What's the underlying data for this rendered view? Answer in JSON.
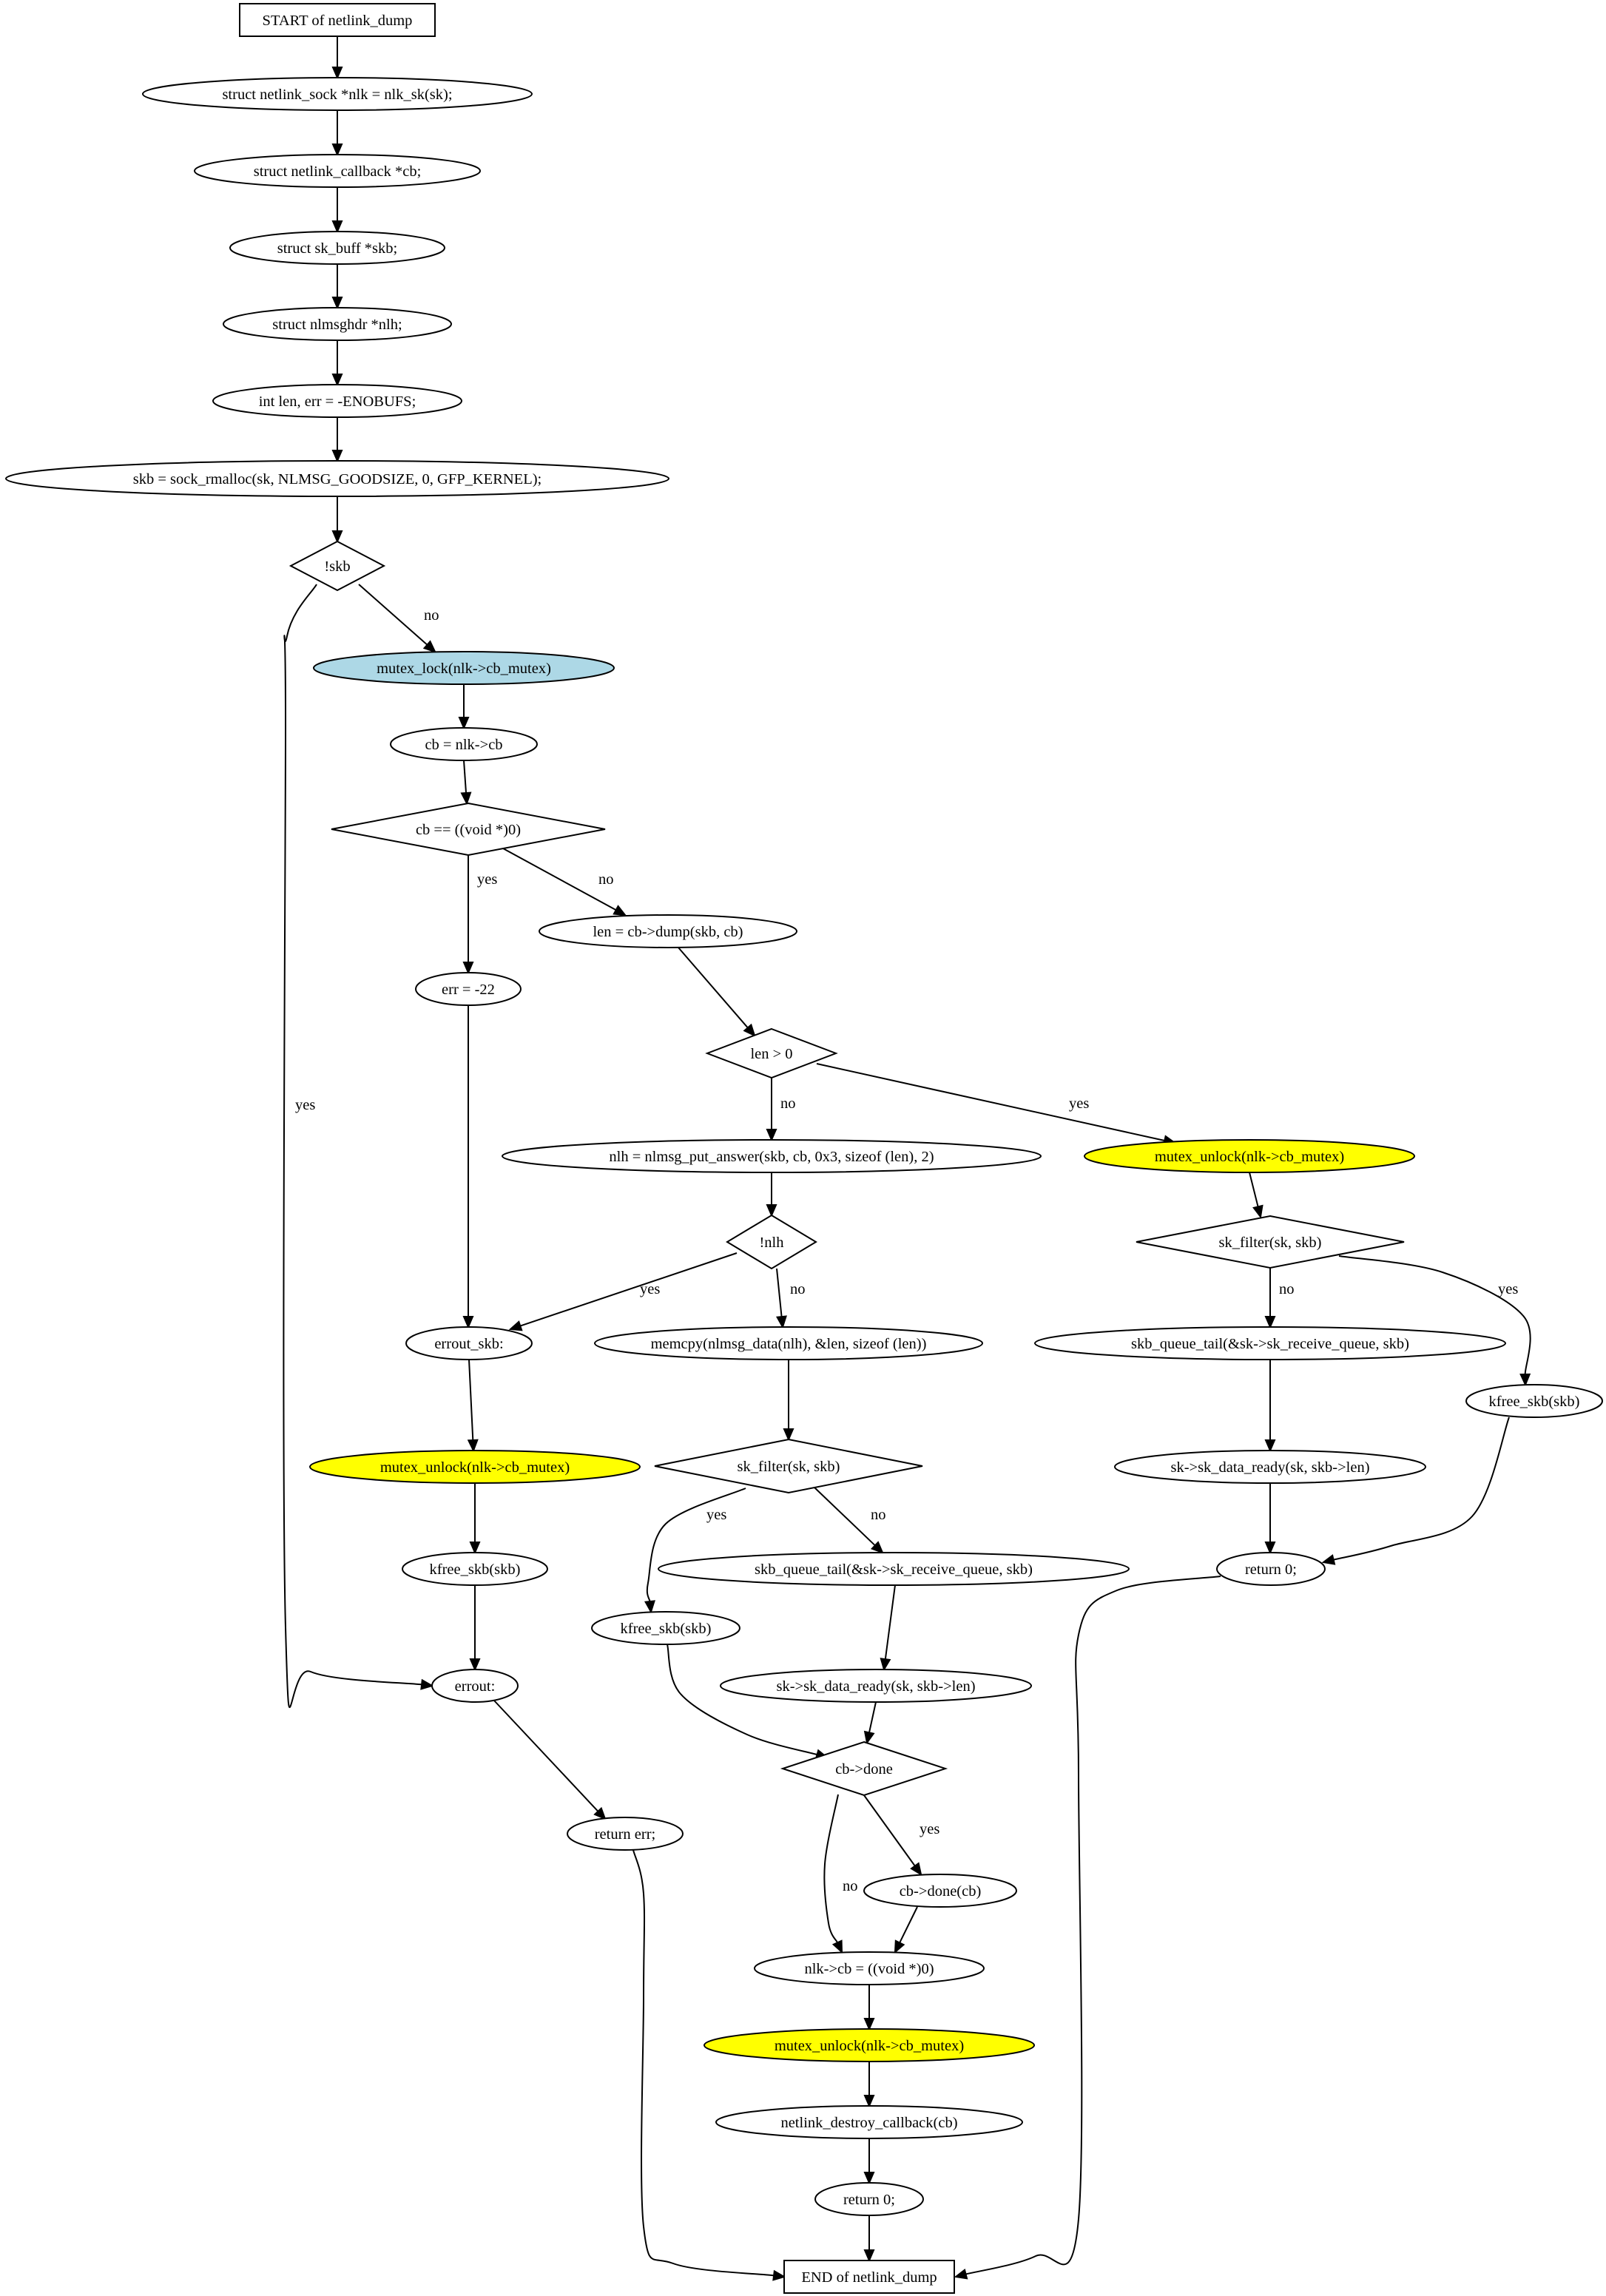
{
  "colors": {
    "default_fill": "#ffffff",
    "stroke": "#000000",
    "lock_fill": "#add8e6",
    "unlock_fill": "#ffff00"
  },
  "nodes": [
    {
      "id": "start",
      "shape": "box",
      "label": "START of netlink_dump"
    },
    {
      "id": "n_nlk",
      "shape": "ellipse",
      "label": "struct netlink_sock *nlk = nlk_sk(sk);"
    },
    {
      "id": "n_cbdecl",
      "shape": "ellipse",
      "label": "struct netlink_callback *cb;"
    },
    {
      "id": "n_skbdecl",
      "shape": "ellipse",
      "label": "struct sk_buff *skb;"
    },
    {
      "id": "n_nlhdecl",
      "shape": "ellipse",
      "label": "struct nlmsghdr *nlh;"
    },
    {
      "id": "n_len",
      "shape": "ellipse",
      "label": "int len, err = -ENOBUFS;"
    },
    {
      "id": "n_alloc",
      "shape": "ellipse",
      "label": "skb = sock_rmalloc(sk, NLMSG_GOODSIZE, 0, GFP_KERNEL);"
    },
    {
      "id": "d_skb",
      "shape": "diamond",
      "label": "!skb"
    },
    {
      "id": "n_lock",
      "shape": "ellipse",
      "label": "mutex_lock(nlk->cb_mutex)",
      "fill": "lock_fill"
    },
    {
      "id": "n_cbassign",
      "shape": "ellipse",
      "label": "cb = nlk->cb"
    },
    {
      "id": "d_cbnull",
      "shape": "diamond",
      "label": "cb == ((void *)0)"
    },
    {
      "id": "n_dump",
      "shape": "ellipse",
      "label": "len = cb->dump(skb, cb)"
    },
    {
      "id": "n_err22",
      "shape": "ellipse",
      "label": "err = -22"
    },
    {
      "id": "d_lenpos",
      "shape": "diamond",
      "label": "len > 0"
    },
    {
      "id": "n_putanswer",
      "shape": "ellipse",
      "label": "nlh = nlmsg_put_answer(skb, cb, 0x3, sizeof (len), 2)"
    },
    {
      "id": "n_unlock_r",
      "shape": "ellipse",
      "label": "mutex_unlock(nlk->cb_mutex)",
      "fill": "unlock_fill"
    },
    {
      "id": "d_nlh",
      "shape": "diamond",
      "label": "!nlh"
    },
    {
      "id": "d_filter_r",
      "shape": "diamond",
      "label": "sk_filter(sk, skb)"
    },
    {
      "id": "n_errout_skb",
      "shape": "ellipse",
      "label": "errout_skb:"
    },
    {
      "id": "n_memcpy",
      "shape": "ellipse",
      "label": "memcpy(nlmsg_data(nlh), &len, sizeof (len))"
    },
    {
      "id": "n_queue_r",
      "shape": "ellipse",
      "label": "skb_queue_tail(&sk->sk_receive_queue, skb)"
    },
    {
      "id": "n_kfree_r",
      "shape": "ellipse",
      "label": "kfree_skb(skb)"
    },
    {
      "id": "n_unlock_l",
      "shape": "ellipse",
      "label": "mutex_unlock(nlk->cb_mutex)",
      "fill": "unlock_fill"
    },
    {
      "id": "d_filter_m",
      "shape": "diamond",
      "label": "sk_filter(sk, skb)"
    },
    {
      "id": "n_ready_r",
      "shape": "ellipse",
      "label": "sk->sk_data_ready(sk, skb->len)"
    },
    {
      "id": "n_kfree_l",
      "shape": "ellipse",
      "label": "kfree_skb(skb)"
    },
    {
      "id": "n_queue_m",
      "shape": "ellipse",
      "label": "skb_queue_tail(&sk->sk_receive_queue, skb)"
    },
    {
      "id": "n_ret0_r",
      "shape": "ellipse",
      "label": "return 0;"
    },
    {
      "id": "n_kfree_m",
      "shape": "ellipse",
      "label": "kfree_skb(skb)"
    },
    {
      "id": "n_errout",
      "shape": "ellipse",
      "label": "errout:"
    },
    {
      "id": "n_ready_m",
      "shape": "ellipse",
      "label": "sk->sk_data_ready(sk, skb->len)"
    },
    {
      "id": "d_done",
      "shape": "diamond",
      "label": "cb->done"
    },
    {
      "id": "n_reterr",
      "shape": "ellipse",
      "label": "return err;"
    },
    {
      "id": "n_done",
      "shape": "ellipse",
      "label": "cb->done(cb)"
    },
    {
      "id": "n_cbnull",
      "shape": "ellipse",
      "label": "nlk->cb = ((void *)0)"
    },
    {
      "id": "n_unlock_b",
      "shape": "ellipse",
      "label": "mutex_unlock(nlk->cb_mutex)",
      "fill": "unlock_fill"
    },
    {
      "id": "n_destroy",
      "shape": "ellipse",
      "label": "netlink_destroy_callback(cb)"
    },
    {
      "id": "n_ret0_b",
      "shape": "ellipse",
      "label": "return 0;"
    },
    {
      "id": "end",
      "shape": "box",
      "label": "END of netlink_dump"
    }
  ],
  "edges": [
    {
      "from": "start",
      "to": "n_nlk",
      "label": ""
    },
    {
      "from": "n_nlk",
      "to": "n_cbdecl",
      "label": ""
    },
    {
      "from": "n_cbdecl",
      "to": "n_skbdecl",
      "label": ""
    },
    {
      "from": "n_skbdecl",
      "to": "n_nlhdecl",
      "label": ""
    },
    {
      "from": "n_nlhdecl",
      "to": "n_len",
      "label": ""
    },
    {
      "from": "n_len",
      "to": "n_alloc",
      "label": ""
    },
    {
      "from": "n_alloc",
      "to": "d_skb",
      "label": ""
    },
    {
      "from": "d_skb",
      "to": "n_lock",
      "label": "no"
    },
    {
      "from": "d_skb",
      "to": "n_errout",
      "label": "yes"
    },
    {
      "from": "n_lock",
      "to": "n_cbassign",
      "label": ""
    },
    {
      "from": "n_cbassign",
      "to": "d_cbnull",
      "label": ""
    },
    {
      "from": "d_cbnull",
      "to": "n_err22",
      "label": "yes"
    },
    {
      "from": "d_cbnull",
      "to": "n_dump",
      "label": "no"
    },
    {
      "from": "n_dump",
      "to": "d_lenpos",
      "label": ""
    },
    {
      "from": "n_err22",
      "to": "n_errout_skb",
      "label": ""
    },
    {
      "from": "d_lenpos",
      "to": "n_putanswer",
      "label": "no"
    },
    {
      "from": "d_lenpos",
      "to": "n_unlock_r",
      "label": "yes"
    },
    {
      "from": "n_putanswer",
      "to": "d_nlh",
      "label": ""
    },
    {
      "from": "n_unlock_r",
      "to": "d_filter_r",
      "label": ""
    },
    {
      "from": "d_nlh",
      "to": "n_errout_skb",
      "label": "yes"
    },
    {
      "from": "d_nlh",
      "to": "n_memcpy",
      "label": "no"
    },
    {
      "from": "d_filter_r",
      "to": "n_queue_r",
      "label": "no"
    },
    {
      "from": "d_filter_r",
      "to": "n_kfree_r",
      "label": "yes"
    },
    {
      "from": "n_errout_skb",
      "to": "n_unlock_l",
      "label": ""
    },
    {
      "from": "n_memcpy",
      "to": "d_filter_m",
      "label": ""
    },
    {
      "from": "n_queue_r",
      "to": "n_ready_r",
      "label": ""
    },
    {
      "from": "n_kfree_r",
      "to": "n_ret0_r",
      "label": ""
    },
    {
      "from": "n_unlock_l",
      "to": "n_kfree_l",
      "label": ""
    },
    {
      "from": "d_filter_m",
      "to": "n_kfree_m",
      "label": "yes"
    },
    {
      "from": "d_filter_m",
      "to": "n_queue_m",
      "label": "no"
    },
    {
      "from": "n_ready_r",
      "to": "n_ret0_r",
      "label": ""
    },
    {
      "from": "n_kfree_l",
      "to": "n_errout",
      "label": ""
    },
    {
      "from": "n_queue_m",
      "to": "n_ready_m",
      "label": ""
    },
    {
      "from": "n_ret0_r",
      "to": "end",
      "label": ""
    },
    {
      "from": "n_kfree_m",
      "to": "d_done",
      "label": ""
    },
    {
      "from": "n_errout",
      "to": "n_reterr",
      "label": ""
    },
    {
      "from": "n_ready_m",
      "to": "d_done",
      "label": ""
    },
    {
      "from": "d_done",
      "to": "n_cbnull",
      "label": "no"
    },
    {
      "from": "d_done",
      "to": "n_done",
      "label": "yes"
    },
    {
      "from": "n_reterr",
      "to": "end",
      "label": ""
    },
    {
      "from": "n_done",
      "to": "n_cbnull",
      "label": ""
    },
    {
      "from": "n_cbnull",
      "to": "n_unlock_b",
      "label": ""
    },
    {
      "from": "n_unlock_b",
      "to": "n_destroy",
      "label": ""
    },
    {
      "from": "n_destroy",
      "to": "n_ret0_b",
      "label": ""
    },
    {
      "from": "n_ret0_b",
      "to": "end",
      "label": ""
    }
  ]
}
